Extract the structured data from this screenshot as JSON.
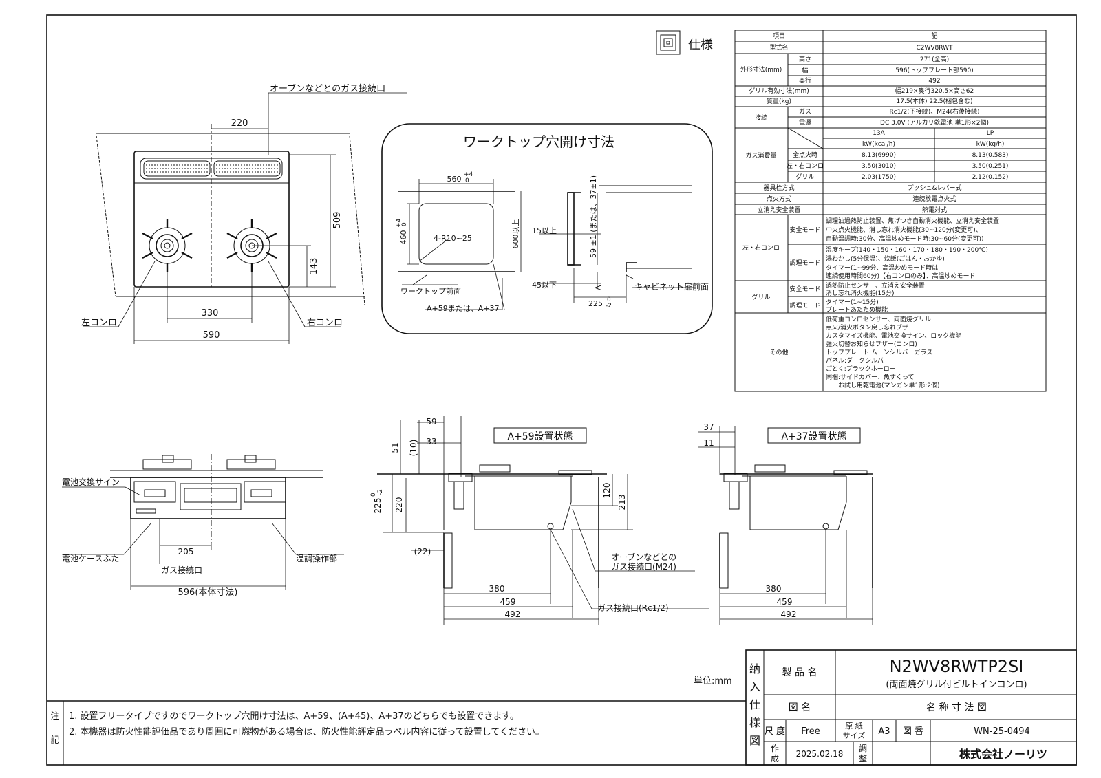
{
  "spec_title": "仕様",
  "spec": {
    "header": [
      "項目",
      "記"
    ],
    "model_label": "型式名",
    "model": "C2WV8RWT",
    "outer_dim_label": "外形寸法(mm)",
    "height_label": "高さ",
    "height": "271(全高)",
    "width_label": "幅",
    "width": "596(トッププレート部590)",
    "depth_label": "奥行",
    "depth": "492",
    "grill_dim_label": "グリル有効寸法(mm)",
    "grill_dim": "幅219×奥行320.5×高さ62",
    "mass_label": "質量(kg)",
    "mass": "17.5(本体) 22.5(梱包含む)",
    "connect_label": "接続",
    "gas_label": "ガス",
    "gas": "Rc1/2(下接続)、M24(右後接続)",
    "power_label": "電源",
    "power": "DC 3.0V (アルカリ乾電池 単1形×2個)",
    "consumption_label": "ガス消費量",
    "col_13a": "13A",
    "col_lp": "LP",
    "unit_13a": "kW(kcal/h)",
    "unit_lp": "kW(kg/h)",
    "rows": [
      {
        "label": "全点火時",
        "a": "8.13(6990)",
        "lp": "8.13(0.583)"
      },
      {
        "label": "左・右コンロ",
        "a": "3.50(3010)",
        "lp": "3.50(0.251)"
      },
      {
        "label": "グリル",
        "a": "2.03(1750)",
        "lp": "2.12(0.152)"
      }
    ],
    "valve_label": "器具栓方式",
    "valve": "プッシュ&レバー式",
    "ignition_label": "点火方式",
    "ignition": "連続放電点火式",
    "safety_label": "立消え安全装置",
    "safety": "熱電対式",
    "burner_label": "左・右コンロ",
    "safe_mode_label": "安全モード",
    "burner_safe": [
      "調理油過熱防止装置、焦げつき自動消火機能、立消え安全装置",
      "中火点火機能、消し忘れ消火機能(30~120分(変更可)、",
      "自動温調時:30分、高温炒めモード時:30~60分(変更可))"
    ],
    "cook_mode_label": "調理モード",
    "burner_cook": [
      "温度キープ(140・150・160・170・180・190・200℃)",
      "湯わかし(5分保温)、炊飯(ごはん・おかゆ)",
      "タイマー(1~99分、高温炒めモード時は",
      "連続使用時間60分)【右コンロのみ】、高温炒めモード"
    ],
    "grill_label": "グリル",
    "grill_safe": [
      "過熱防止センサー、立消え安全装置",
      "消し忘れ消火機能(15分)"
    ],
    "grill_cook": [
      "タイマー(1~15分)",
      "プレートあたため機能"
    ],
    "other_label": "その他",
    "other": [
      "低荷重コンロセンサー、両面焼グリル",
      "点火/消火ボタン戻し忘れブザー",
      "カスタマイズ機能、電池交換サイン、ロック機能",
      "強火切替お知らせブザー(コンロ)",
      "トッププレート:ムーンシルバーガラス",
      "パネル:ダークシルバー",
      "ごとく:ブラックホーロー",
      "同梱:サイドカバー、魚すくって",
      "　　お試し用乾電池(マンガン単1形:2個)"
    ]
  },
  "top_view": {
    "gas_conn_label": "オーブンなどとのガス接続口",
    "dim_220": "220",
    "dim_509": "509",
    "dim_143": "143",
    "dim_330": "330",
    "dim_590": "590",
    "left_burner": "左コンロ",
    "right_burner": "右コンロ"
  },
  "cutout": {
    "title": "ワークトップ穴開け寸法",
    "w560": "560",
    "w560_tol_up": "+4",
    "w560_tol_dn": "0",
    "h460": "460",
    "h460_tol_up": "+4",
    "h460_tol_dn": "0",
    "radius": "4-R10~25",
    "h600": "600以上",
    "front_label": "ワークトップ前面",
    "a_label": "A+59または、A+37",
    "d15": "15以上",
    "d59": "59 ±1 (または、37±1)",
    "d45": "45以下",
    "dA": "A",
    "d225": "225",
    "d225_tol_up": "0",
    "d225_tol_dn": "-2",
    "cabinet_label": "キャビネット扉前面"
  },
  "front_view": {
    "battery_sign": "電池交換サイン",
    "battery_cover": "電池ケースふた",
    "temp_panel": "温調操作部",
    "dim_205": "205",
    "gas_conn": "ガス接続口",
    "dim_596": "596(本体寸法)"
  },
  "side_a59": {
    "title": "A+59設置状態",
    "d59": "59",
    "d33": "33",
    "d51": "51",
    "d10": "(10)",
    "d225": "225",
    "d225_tol_up": "0",
    "d225_tol_dn": "-2",
    "d220": "220",
    "d22": "(22)",
    "d120": "120",
    "d213": "213",
    "oven_conn_1": "オーブンなどとの",
    "oven_conn_2": "ガス接続口(M24)",
    "gas_rc": "ガス接続口(Rc1/2)",
    "d380": "380",
    "d459": "459",
    "d492": "492"
  },
  "side_a37": {
    "title": "A+37設置状態",
    "d37": "37",
    "d11": "11",
    "d380": "380",
    "d459": "459",
    "d492": "492"
  },
  "unit": "単位:mm",
  "notes_label": [
    "注",
    "記"
  ],
  "notes": [
    "1. 設置フリータイプですのでワークトップ穴開け寸法は、A+59、(A+45)、A+37のどちらでも設置できます。",
    "2. 本機器は防火性能評価品であり周囲に可燃物がある場合は、防火性能評定品ラベル内容に従って設置してください。"
  ],
  "title_block": {
    "vertical": [
      "納",
      "入",
      "仕",
      "様",
      "図"
    ],
    "product_name_label": "製 品 名",
    "product": "N2WV8RWTP2SI",
    "product_sub": "(両面焼グリル付ビルトインコンロ)",
    "drawing_name_label": "図 名",
    "drawing_name": "名 称 寸 法 図",
    "scale_label": "尺 度",
    "scale": "Free",
    "paper_label_1": "原 紙",
    "paper_label_2": "サイズ",
    "paper": "A3",
    "dwg_no_label": "図 番",
    "dwg_no": "WN-25-0494",
    "made_label_1": "作",
    "made_label_2": "成",
    "date": "2025.02.18",
    "check_label_1": "調",
    "check_label_2": "整",
    "company": "株式会社ノーリツ"
  }
}
